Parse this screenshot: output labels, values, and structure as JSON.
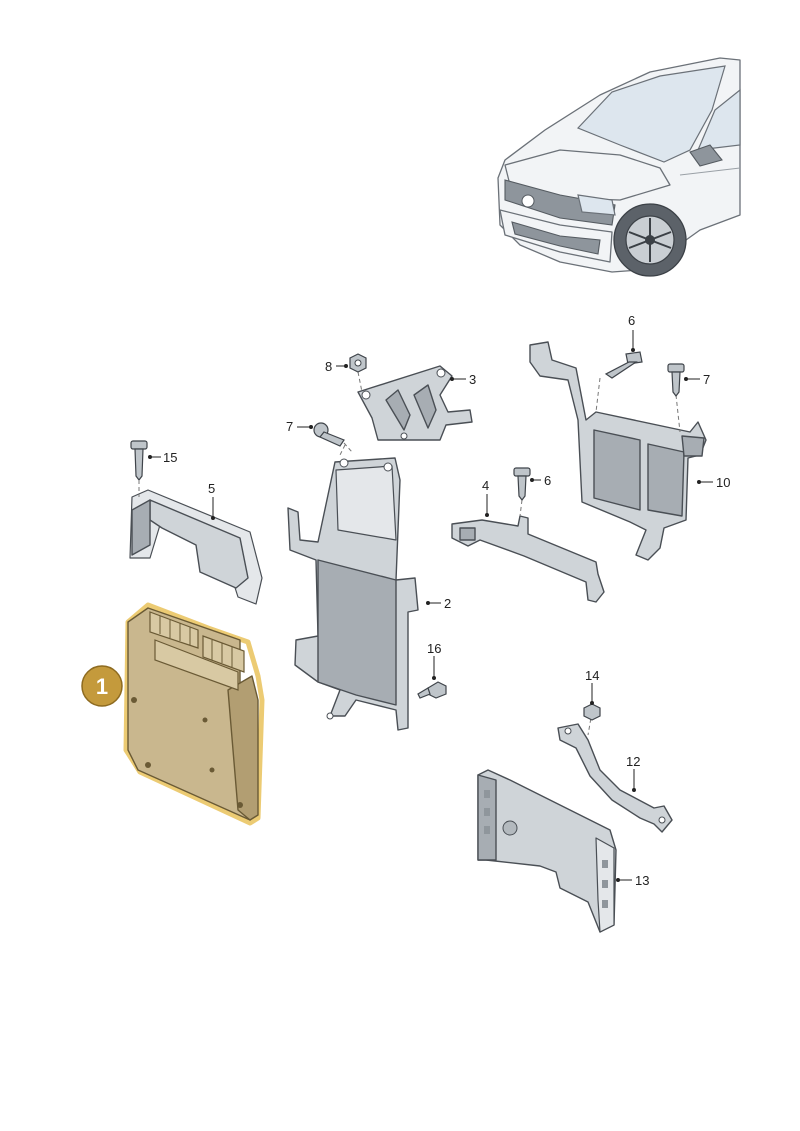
{
  "callouts": [
    {
      "id": "1",
      "label": "1"
    },
    {
      "id": "2",
      "label": "2"
    },
    {
      "id": "3",
      "label": "3"
    },
    {
      "id": "4",
      "label": "4"
    },
    {
      "id": "5",
      "label": "5"
    },
    {
      "id": "6a",
      "label": "6"
    },
    {
      "id": "6b",
      "label": "6"
    },
    {
      "id": "7a",
      "label": "7"
    },
    {
      "id": "7b",
      "label": "7"
    },
    {
      "id": "8",
      "label": "8"
    },
    {
      "id": "10",
      "label": "10"
    },
    {
      "id": "12",
      "label": "12"
    },
    {
      "id": "13",
      "label": "13"
    },
    {
      "id": "14",
      "label": "14"
    },
    {
      "id": "15",
      "label": "15"
    },
    {
      "id": "16",
      "label": "16"
    }
  ],
  "colors": {
    "highlight": "#c9a24a",
    "highlight_badge": "#c49a3c",
    "part_fill": "#cfd4d8",
    "line": "#222222"
  }
}
